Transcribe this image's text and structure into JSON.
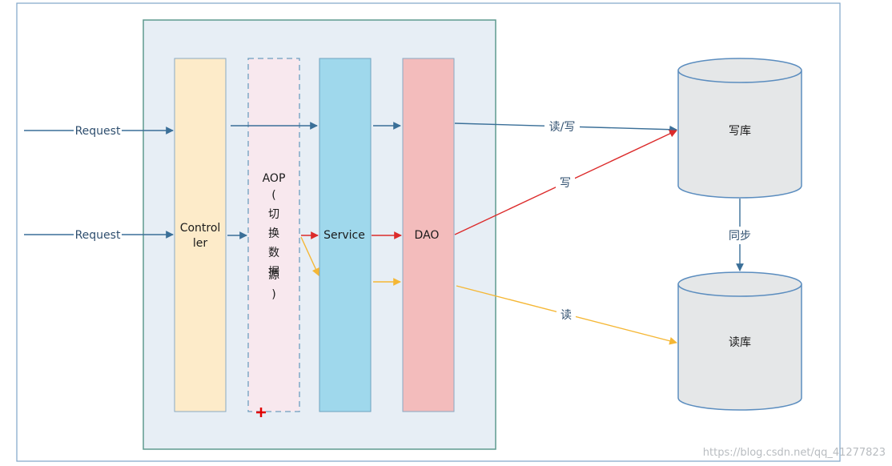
{
  "requests": [
    "Request",
    "Request"
  ],
  "layers": {
    "controller": [
      "Control",
      "ler"
    ],
    "aop": [
      "AOP",
      "(",
      "切",
      "换",
      "数",
      "据",
      "源",
      ")"
    ],
    "service": "Service",
    "dao": "DAO"
  },
  "databases": {
    "write": "写库",
    "read": "读库"
  },
  "edge_labels": {
    "read_write": "读/写",
    "write": "写",
    "read": "读",
    "sync": "同步"
  },
  "watermark": "https://blog.csdn.net/qq_41277823",
  "colors": {
    "outer_border": "#7fa5c8",
    "container_fill": "#e7eef5",
    "container_border": "#5e9a8f",
    "controller_fill": "#fdebc9",
    "aop_fill": "#f8e8ee",
    "aop_border": "#6e9fbf",
    "service_fill": "#9fd8ec",
    "dao_fill": "#f3bcbc",
    "cylinder_fill": "#e5e7e8",
    "cylinder_border": "#5b8dbf",
    "arrow_blue": "#3a6f98",
    "arrow_red": "#dc2b2b",
    "arrow_orange": "#f5b735",
    "text": "#1a1a1a",
    "edge_text": "#2f4f6f",
    "cursor_red": "#e00000"
  }
}
